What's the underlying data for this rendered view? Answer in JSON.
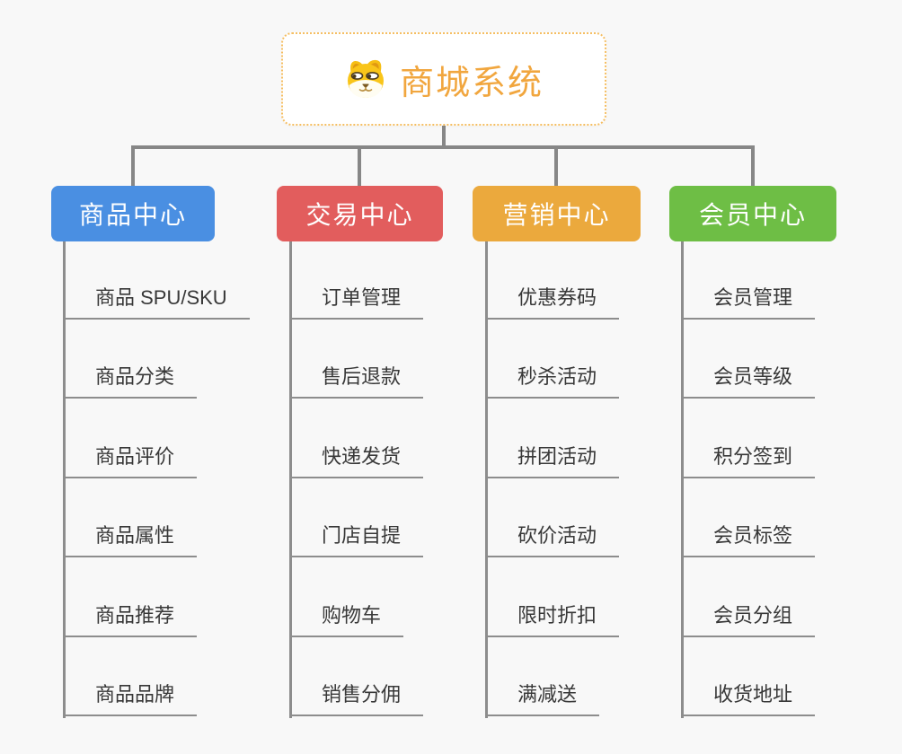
{
  "root": {
    "title": "商城系统",
    "icon": "dog-face-icon",
    "border_color": "#f5be62",
    "title_color": "#f1a63e"
  },
  "branches": [
    {
      "label": "商品中心",
      "color": "#4a8fe2",
      "children": [
        "商品 SPU/SKU",
        "商品分类",
        "商品评价",
        "商品属性",
        "商品推荐",
        "商品品牌"
      ]
    },
    {
      "label": "交易中心",
      "color": "#e25d5d",
      "children": [
        "订单管理",
        "售后退款",
        "快递发货",
        "门店自提",
        "购物车",
        "销售分佣"
      ]
    },
    {
      "label": "营销中心",
      "color": "#eba93d",
      "children": [
        "优惠券码",
        "秒杀活动",
        "拼团活动",
        "砍价活动",
        "限时折扣",
        "满减送"
      ]
    },
    {
      "label": "会员中心",
      "color": "#6ebe45",
      "children": [
        "会员管理",
        "会员等级",
        "积分签到",
        "会员标签",
        "会员分组",
        "收货地址"
      ]
    }
  ],
  "colors": {
    "background": "#f8f8f8",
    "connector": "#878787",
    "underline": "#8d8d8d",
    "child_text": "#383838",
    "branch_text": "#ffffff"
  }
}
